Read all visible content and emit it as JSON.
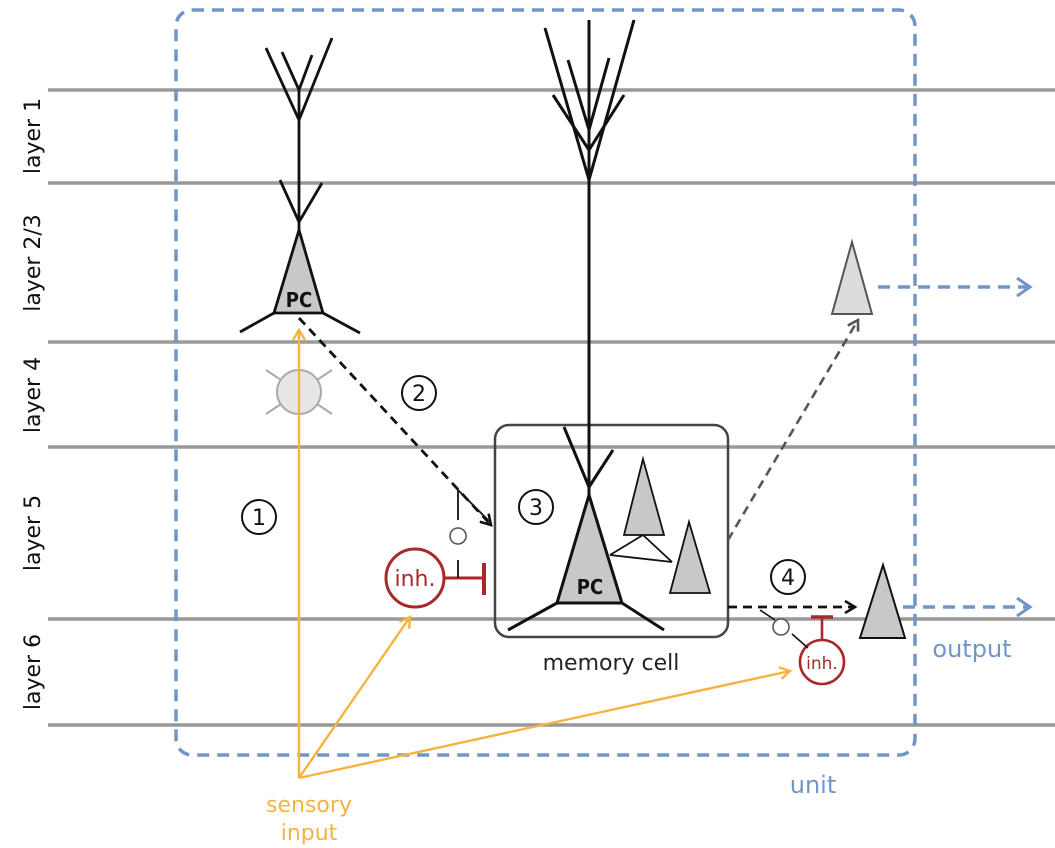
{
  "layers": [
    "layer 1",
    "layer 2/3",
    "layer 4",
    "layer 5",
    "layer 6"
  ],
  "neurons": {
    "pc_upper": "PC",
    "pc_memory": "PC",
    "inh_large": "inh.",
    "inh_small": "inh."
  },
  "steps": [
    "1",
    "2",
    "3",
    "4"
  ],
  "labels": {
    "memory_cell": "memory cell",
    "unit": "unit",
    "output": "output",
    "sensory_input_line1": "sensory",
    "sensory_input_line2": "input"
  },
  "colors": {
    "layer_line": "#999999",
    "unit_border": "#7096c8",
    "sensory": "#f5b342",
    "inhibitory": "#a8282c",
    "neuron_fill": "#c8c8c8",
    "output_label": "#7096c8"
  }
}
